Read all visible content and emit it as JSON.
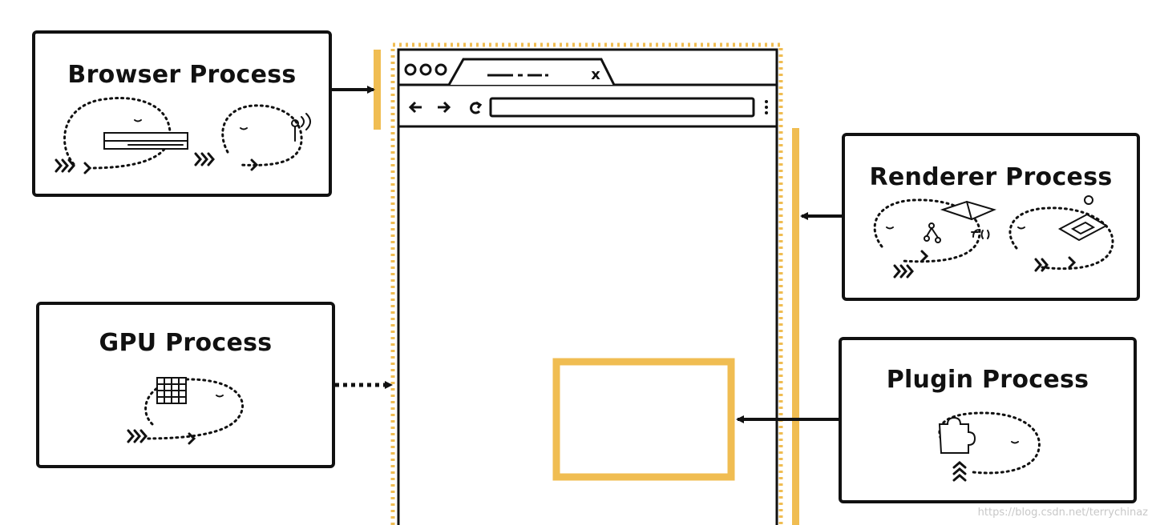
{
  "boxes": {
    "browser": {
      "title": "Browser Process"
    },
    "gpu": {
      "title": "GPU Process"
    },
    "renderer": {
      "title": "Renderer Process"
    },
    "plugin": {
      "title": "Plugin Process"
    }
  },
  "browser_window": {
    "tab_glyph": "x",
    "nav_icons": [
      "back-arrow-icon",
      "forward-arrow-icon",
      "reload-icon",
      "menu-dots-icon"
    ]
  },
  "colors": {
    "accent": "#f0bd52",
    "ink": "#111111"
  },
  "watermark": "https://blog.csdn.net/terrychinaz"
}
